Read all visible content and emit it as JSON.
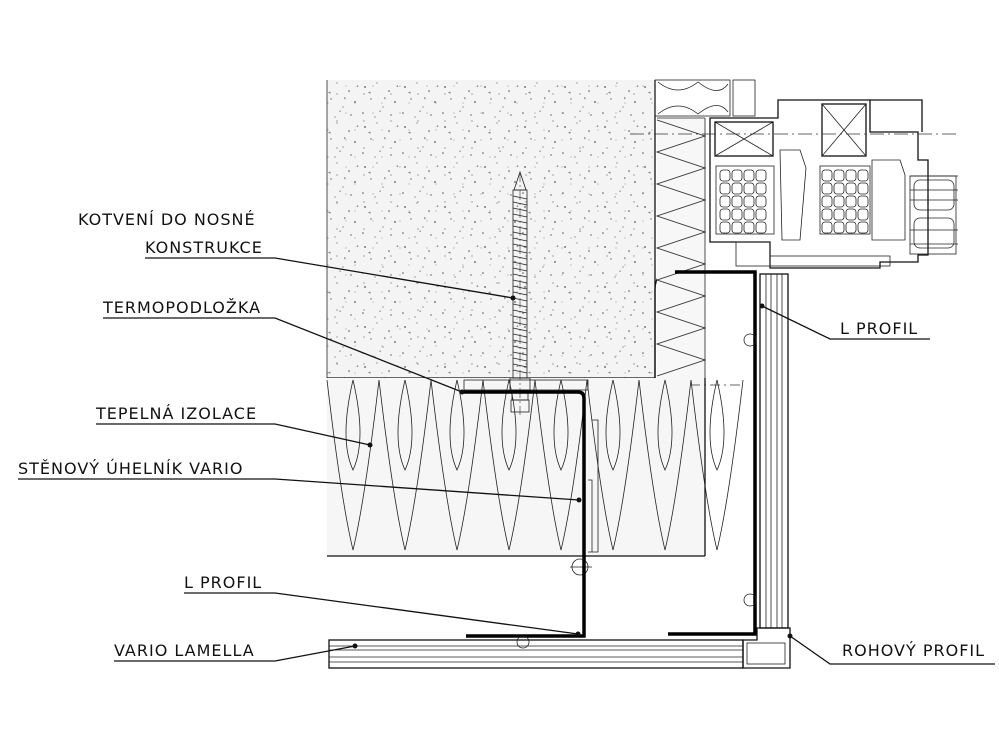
{
  "labels": {
    "anchor_line1": "KOTVENÍ DO NOSNÉ",
    "anchor_line2": "KONSTRUKCE",
    "thermal_pad": "TERMOPODLOŽKA",
    "insulation": "TEPELNÁ IZOLACE",
    "wall_bracket": "STĚNOVÝ ÚHELNÍK VARIO",
    "l_profile_left": "L PROFIL",
    "lamella": "VARIO LAMELLA",
    "l_profile_right": "L PROFIL",
    "corner_profile": "ROHOVÝ PROFIL"
  },
  "colors": {
    "line": "#111111",
    "concrete_fill": "#f2f2f2",
    "insulation_fill": "#f4f4f4",
    "background": "#ffffff"
  }
}
